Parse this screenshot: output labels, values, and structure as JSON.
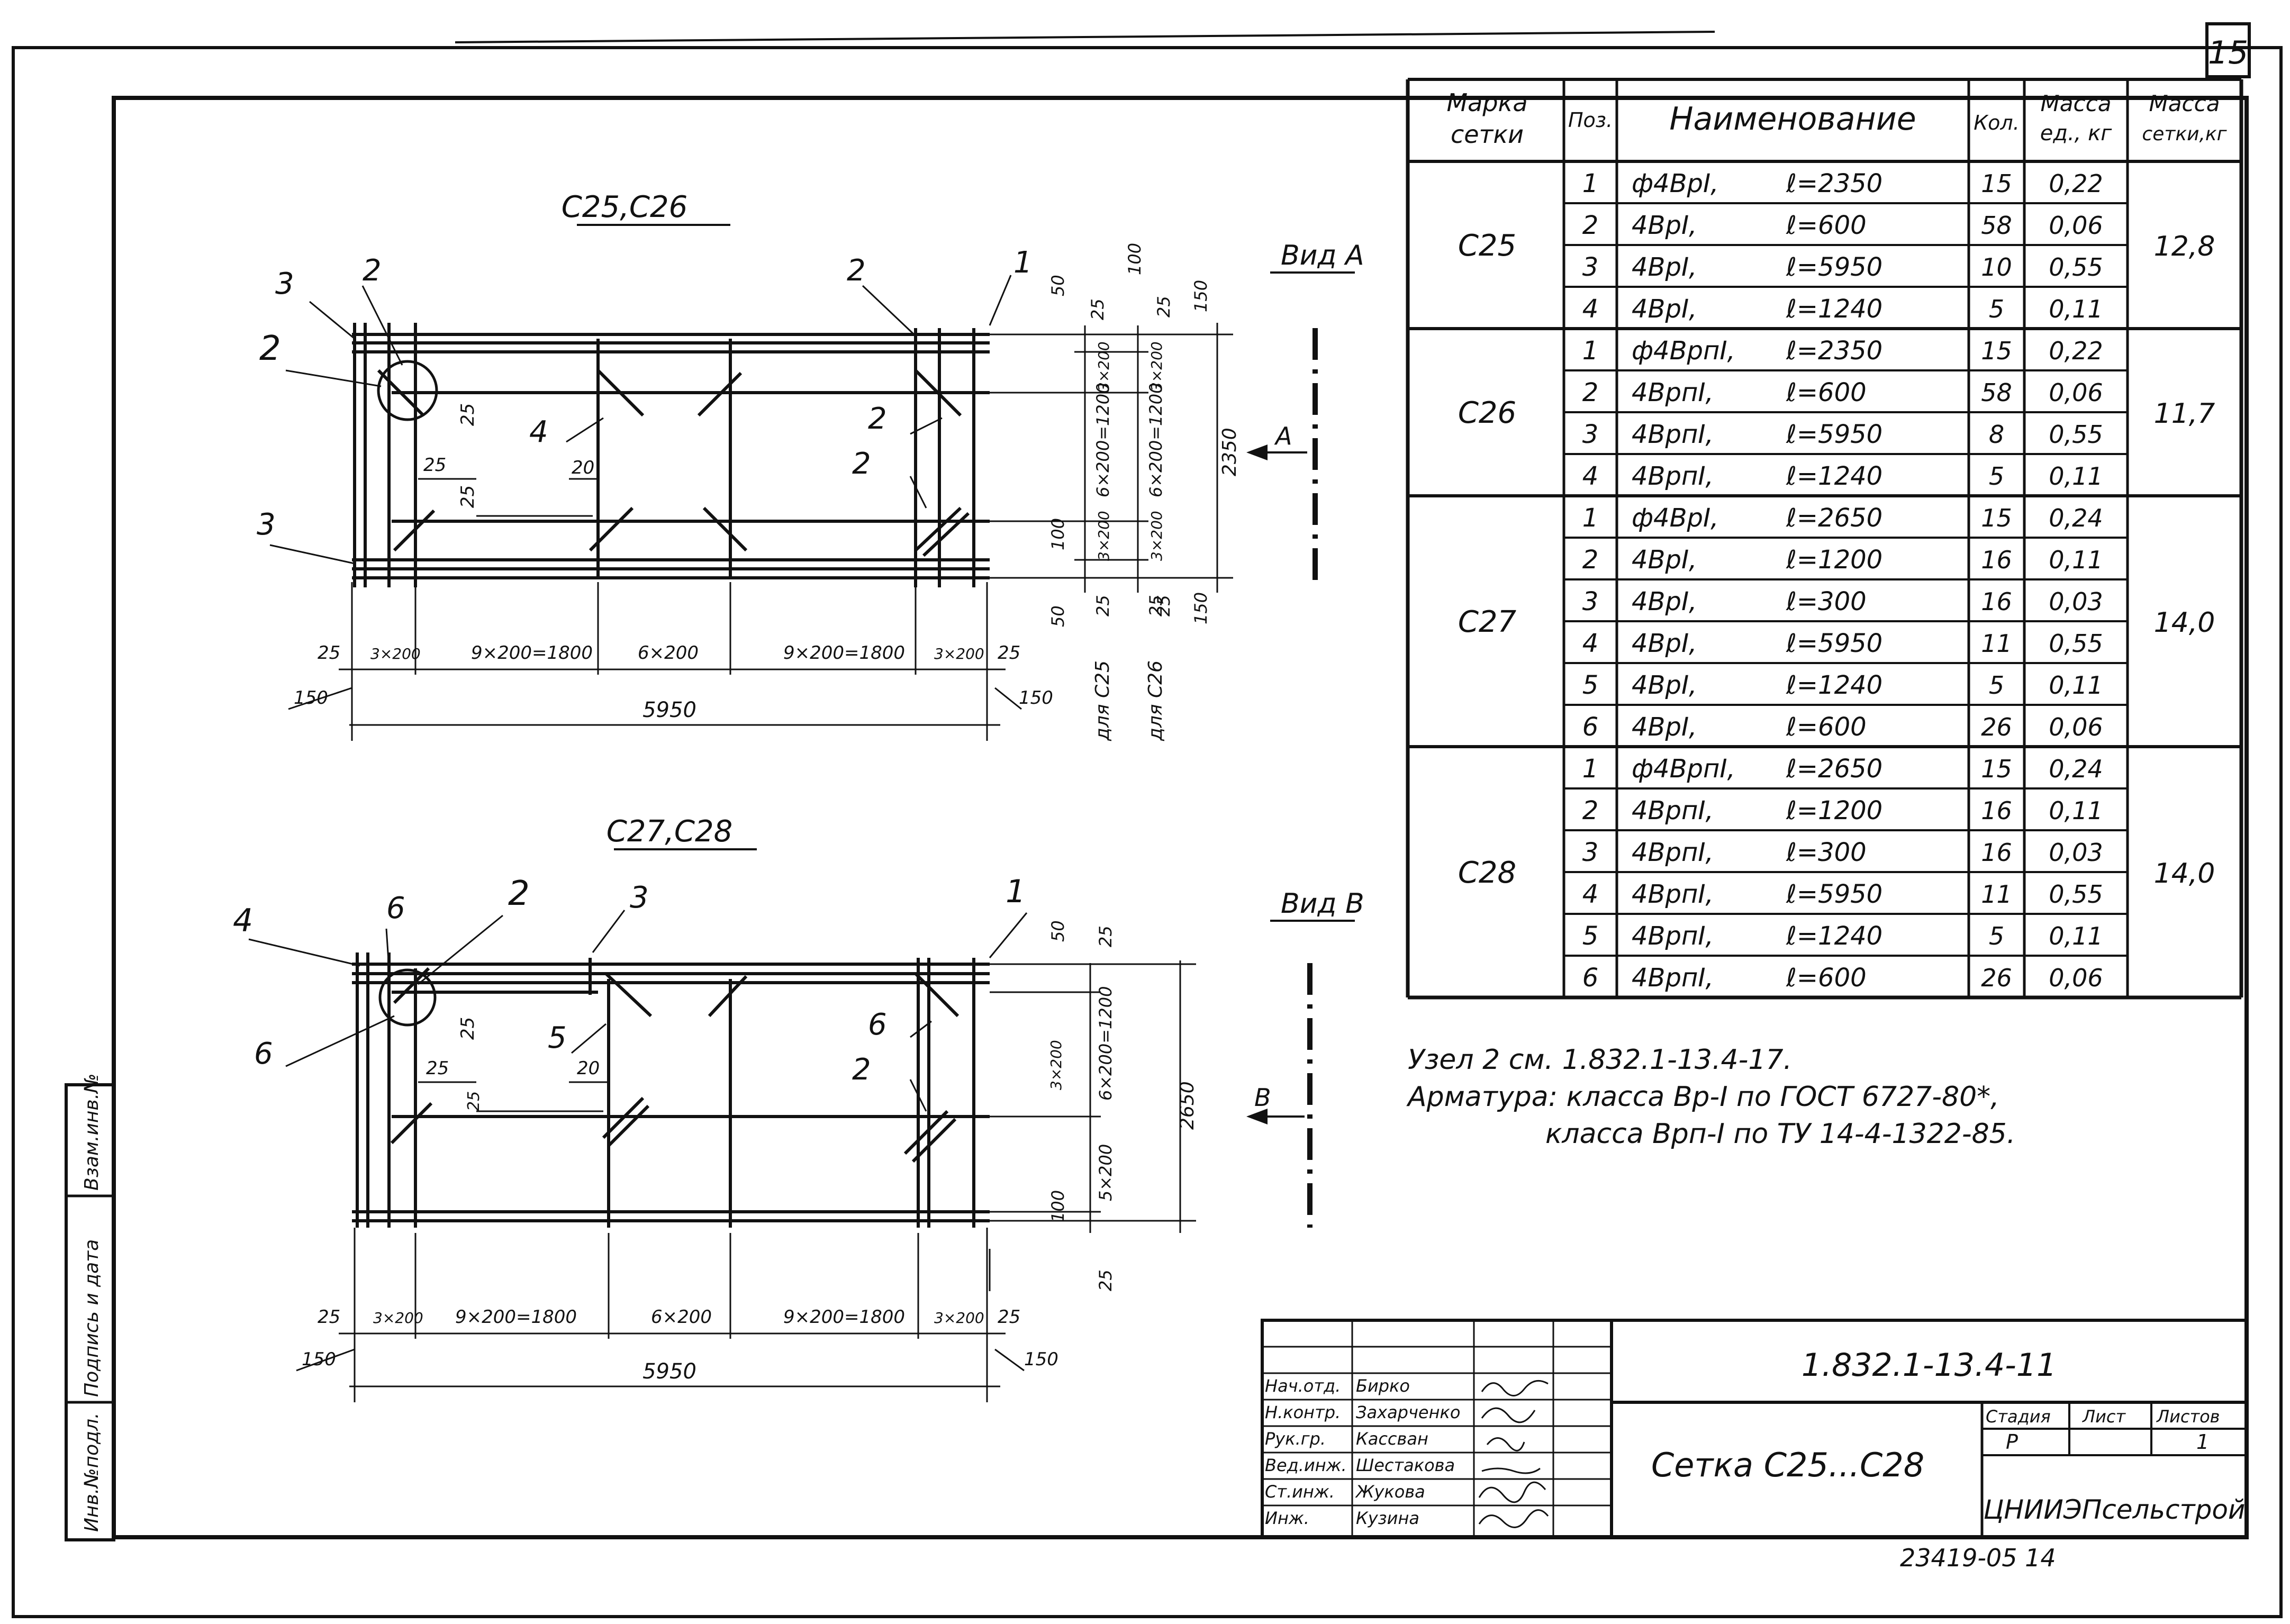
{
  "sheet_number": "15",
  "views": {
    "top_title": "С25,С26",
    "bottom_title": "С27,С28",
    "view_a": "Вид А",
    "view_b": "Вид В",
    "arrow_a": "А",
    "arrow_b": "В"
  },
  "top_drawing": {
    "callouts": [
      "3",
      "2",
      "2",
      "3",
      "2",
      "1",
      "2",
      "2",
      "4"
    ],
    "dims_top_right": [
      "50",
      "25",
      "100",
      "25",
      "150"
    ],
    "dims_vertical": [
      "3×200",
      "6×200=1200",
      "3×200",
      "3×200",
      "6×200=1200",
      "3×200",
      "100",
      "25",
      "50",
      "25",
      "25",
      "150",
      "2350"
    ],
    "dims_small": [
      "25",
      "25",
      "25",
      "20"
    ],
    "dims_bottom": [
      "25",
      "3×200",
      "9×200=1800",
      "6×200",
      "9×200=1800",
      "3×200",
      "25",
      "150",
      "150",
      "5950"
    ],
    "for_c25": "для С25",
    "for_c26": "для С26"
  },
  "bottom_drawing": {
    "callouts": [
      "4",
      "6",
      "2",
      "3",
      "1",
      "6",
      "5",
      "6",
      "2"
    ],
    "dims_top_right": [
      "50",
      "25"
    ],
    "dims_vertical": [
      "3×200",
      "6×200=1200",
      "5×200",
      "100",
      "25",
      "2650"
    ],
    "dims_small": [
      "25",
      "25",
      "25",
      "20"
    ],
    "dims_bottom": [
      "25",
      "3×200",
      "9×200=1800",
      "6×200",
      "9×200=1800",
      "3×200",
      "25",
      "150",
      "150",
      "5950"
    ]
  },
  "spec_table": {
    "headers": [
      "Марка сетки",
      "Поз.",
      "Наименование",
      "Кол.",
      "Масса ед., кг",
      "Масса сетки,кг"
    ],
    "groups": [
      {
        "mark": "С25",
        "mass": "12,8",
        "rows": [
          {
            "pos": "1",
            "name": "ф4ВрI,",
            "len": "ℓ=2350",
            "qty": "15",
            "unit": "0,22"
          },
          {
            "pos": "2",
            "name": "4ВрI,",
            "len": "ℓ=600",
            "qty": "58",
            "unit": "0,06"
          },
          {
            "pos": "3",
            "name": "4ВрI,",
            "len": "ℓ=5950",
            "qty": "10",
            "unit": "0,55"
          },
          {
            "pos": "4",
            "name": "4ВрI,",
            "len": "ℓ=1240",
            "qty": "5",
            "unit": "0,11"
          }
        ]
      },
      {
        "mark": "С26",
        "mass": "11,7",
        "rows": [
          {
            "pos": "1",
            "name": "ф4ВрпI,",
            "len": "ℓ=2350",
            "qty": "15",
            "unit": "0,22"
          },
          {
            "pos": "2",
            "name": "4ВрпI,",
            "len": "ℓ=600",
            "qty": "58",
            "unit": "0,06"
          },
          {
            "pos": "3",
            "name": "4ВрпI,",
            "len": "ℓ=5950",
            "qty": "8",
            "unit": "0,55"
          },
          {
            "pos": "4",
            "name": "4ВрпI,",
            "len": "ℓ=1240",
            "qty": "5",
            "unit": "0,11"
          }
        ]
      },
      {
        "mark": "С27",
        "mass": "14,0",
        "rows": [
          {
            "pos": "1",
            "name": "ф4ВрI,",
            "len": "ℓ=2650",
            "qty": "15",
            "unit": "0,24"
          },
          {
            "pos": "2",
            "name": "4ВрI,",
            "len": "ℓ=1200",
            "qty": "16",
            "unit": "0,11"
          },
          {
            "pos": "3",
            "name": "4ВрI,",
            "len": "ℓ=300",
            "qty": "16",
            "unit": "0,03"
          },
          {
            "pos": "4",
            "name": "4ВрI,",
            "len": "ℓ=5950",
            "qty": "11",
            "unit": "0,55"
          },
          {
            "pos": "5",
            "name": "4ВрI,",
            "len": "ℓ=1240",
            "qty": "5",
            "unit": "0,11"
          },
          {
            "pos": "6",
            "name": "4ВрI,",
            "len": "ℓ=600",
            "qty": "26",
            "unit": "0,06"
          }
        ]
      },
      {
        "mark": "С28",
        "mass": "14,0",
        "rows": [
          {
            "pos": "1",
            "name": "ф4ВрпI,",
            "len": "ℓ=2650",
            "qty": "15",
            "unit": "0,24"
          },
          {
            "pos": "2",
            "name": "4ВрпI,",
            "len": "ℓ=1200",
            "qty": "16",
            "unit": "0,11"
          },
          {
            "pos": "3",
            "name": "4ВрпI,",
            "len": "ℓ=300",
            "qty": "16",
            "unit": "0,03"
          },
          {
            "pos": "4",
            "name": "4ВрпI,",
            "len": "ℓ=5950",
            "qty": "11",
            "unit": "0,55"
          },
          {
            "pos": "5",
            "name": "4ВрпI,",
            "len": "ℓ=1240",
            "qty": "5",
            "unit": "0,11"
          },
          {
            "pos": "6",
            "name": "4ВрпI,",
            "len": "ℓ=600",
            "qty": "26",
            "unit": "0,06"
          }
        ]
      }
    ]
  },
  "notes": [
    "Узел 2 см. 1.832.1-13.4-17.",
    "Арматура: класса Вр-I по ГОСТ 6727-80*,",
    "класса Врп-I по ТУ 14-4-1322-85."
  ],
  "title_block": {
    "doc_code": "1.832.1-13.4-11",
    "title": "Сетка С25...С28",
    "stage_label": "Стадия",
    "sheet_label": "Лист",
    "sheets_label": "Листов",
    "stage_value": "Р",
    "sheets_value": "1",
    "org": "ЦНИИЭПсельстрой",
    "signers": [
      {
        "role": "Нач.отд.",
        "name": "Бирко"
      },
      {
        "role": "Н.контр.",
        "name": "Захарченко"
      },
      {
        "role": "Рук.гр.",
        "name": "Кассван"
      },
      {
        "role": "Вед.инж.",
        "name": "Шестакова"
      },
      {
        "role": "Ст.инж.",
        "name": "Жукова"
      },
      {
        "role": "Инж.",
        "name": "Кузина"
      }
    ]
  },
  "side_stamp": [
    "Инв.№подл.",
    "Подпись и дата",
    "Взам.инв.№"
  ],
  "archive_number": "23419-05   14"
}
